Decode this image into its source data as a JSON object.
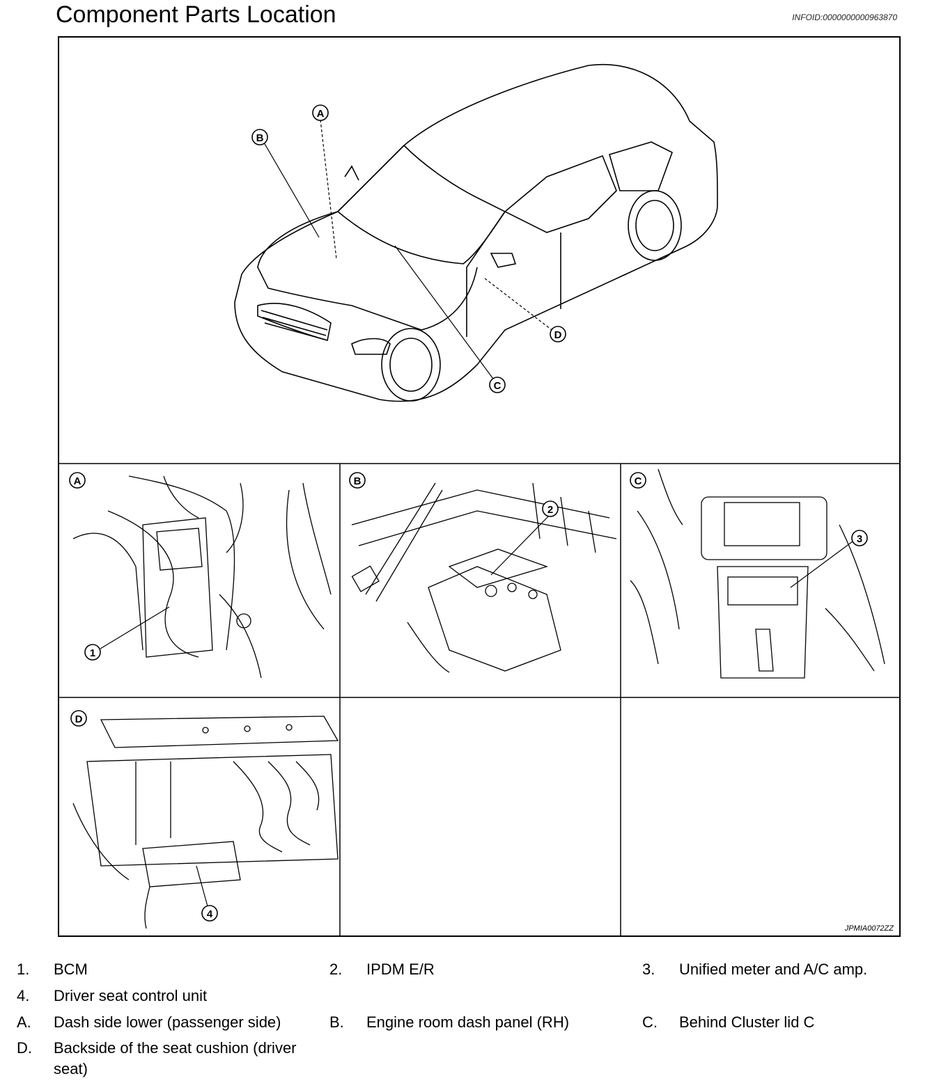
{
  "header": {
    "title": "Component Parts Location",
    "info_id": "INFOID:0000000000963870"
  },
  "figure": {
    "code": "JPMIA0072ZZ",
    "main_callouts": [
      "A",
      "B",
      "C",
      "D"
    ],
    "panels": [
      {
        "letter": "A",
        "item_no": "1"
      },
      {
        "letter": "B",
        "item_no": "2"
      },
      {
        "letter": "C",
        "item_no": "3"
      },
      {
        "letter": "D",
        "item_no": "4"
      }
    ]
  },
  "legend": [
    {
      "num": "1.",
      "text": "BCM"
    },
    {
      "num": "2.",
      "text": "IPDM E/R"
    },
    {
      "num": "3.",
      "text": "Unified meter and A/C amp."
    },
    {
      "num": "4.",
      "text": "Driver seat control unit"
    },
    {
      "num": "A.",
      "text": "Dash side lower (passenger side)"
    },
    {
      "num": "B.",
      "text": "Engine room dash panel (RH)"
    },
    {
      "num": "C.",
      "text": "Behind Cluster lid C"
    },
    {
      "num": "D.",
      "text": "Backside of the seat cushion (driver seat)"
    }
  ]
}
